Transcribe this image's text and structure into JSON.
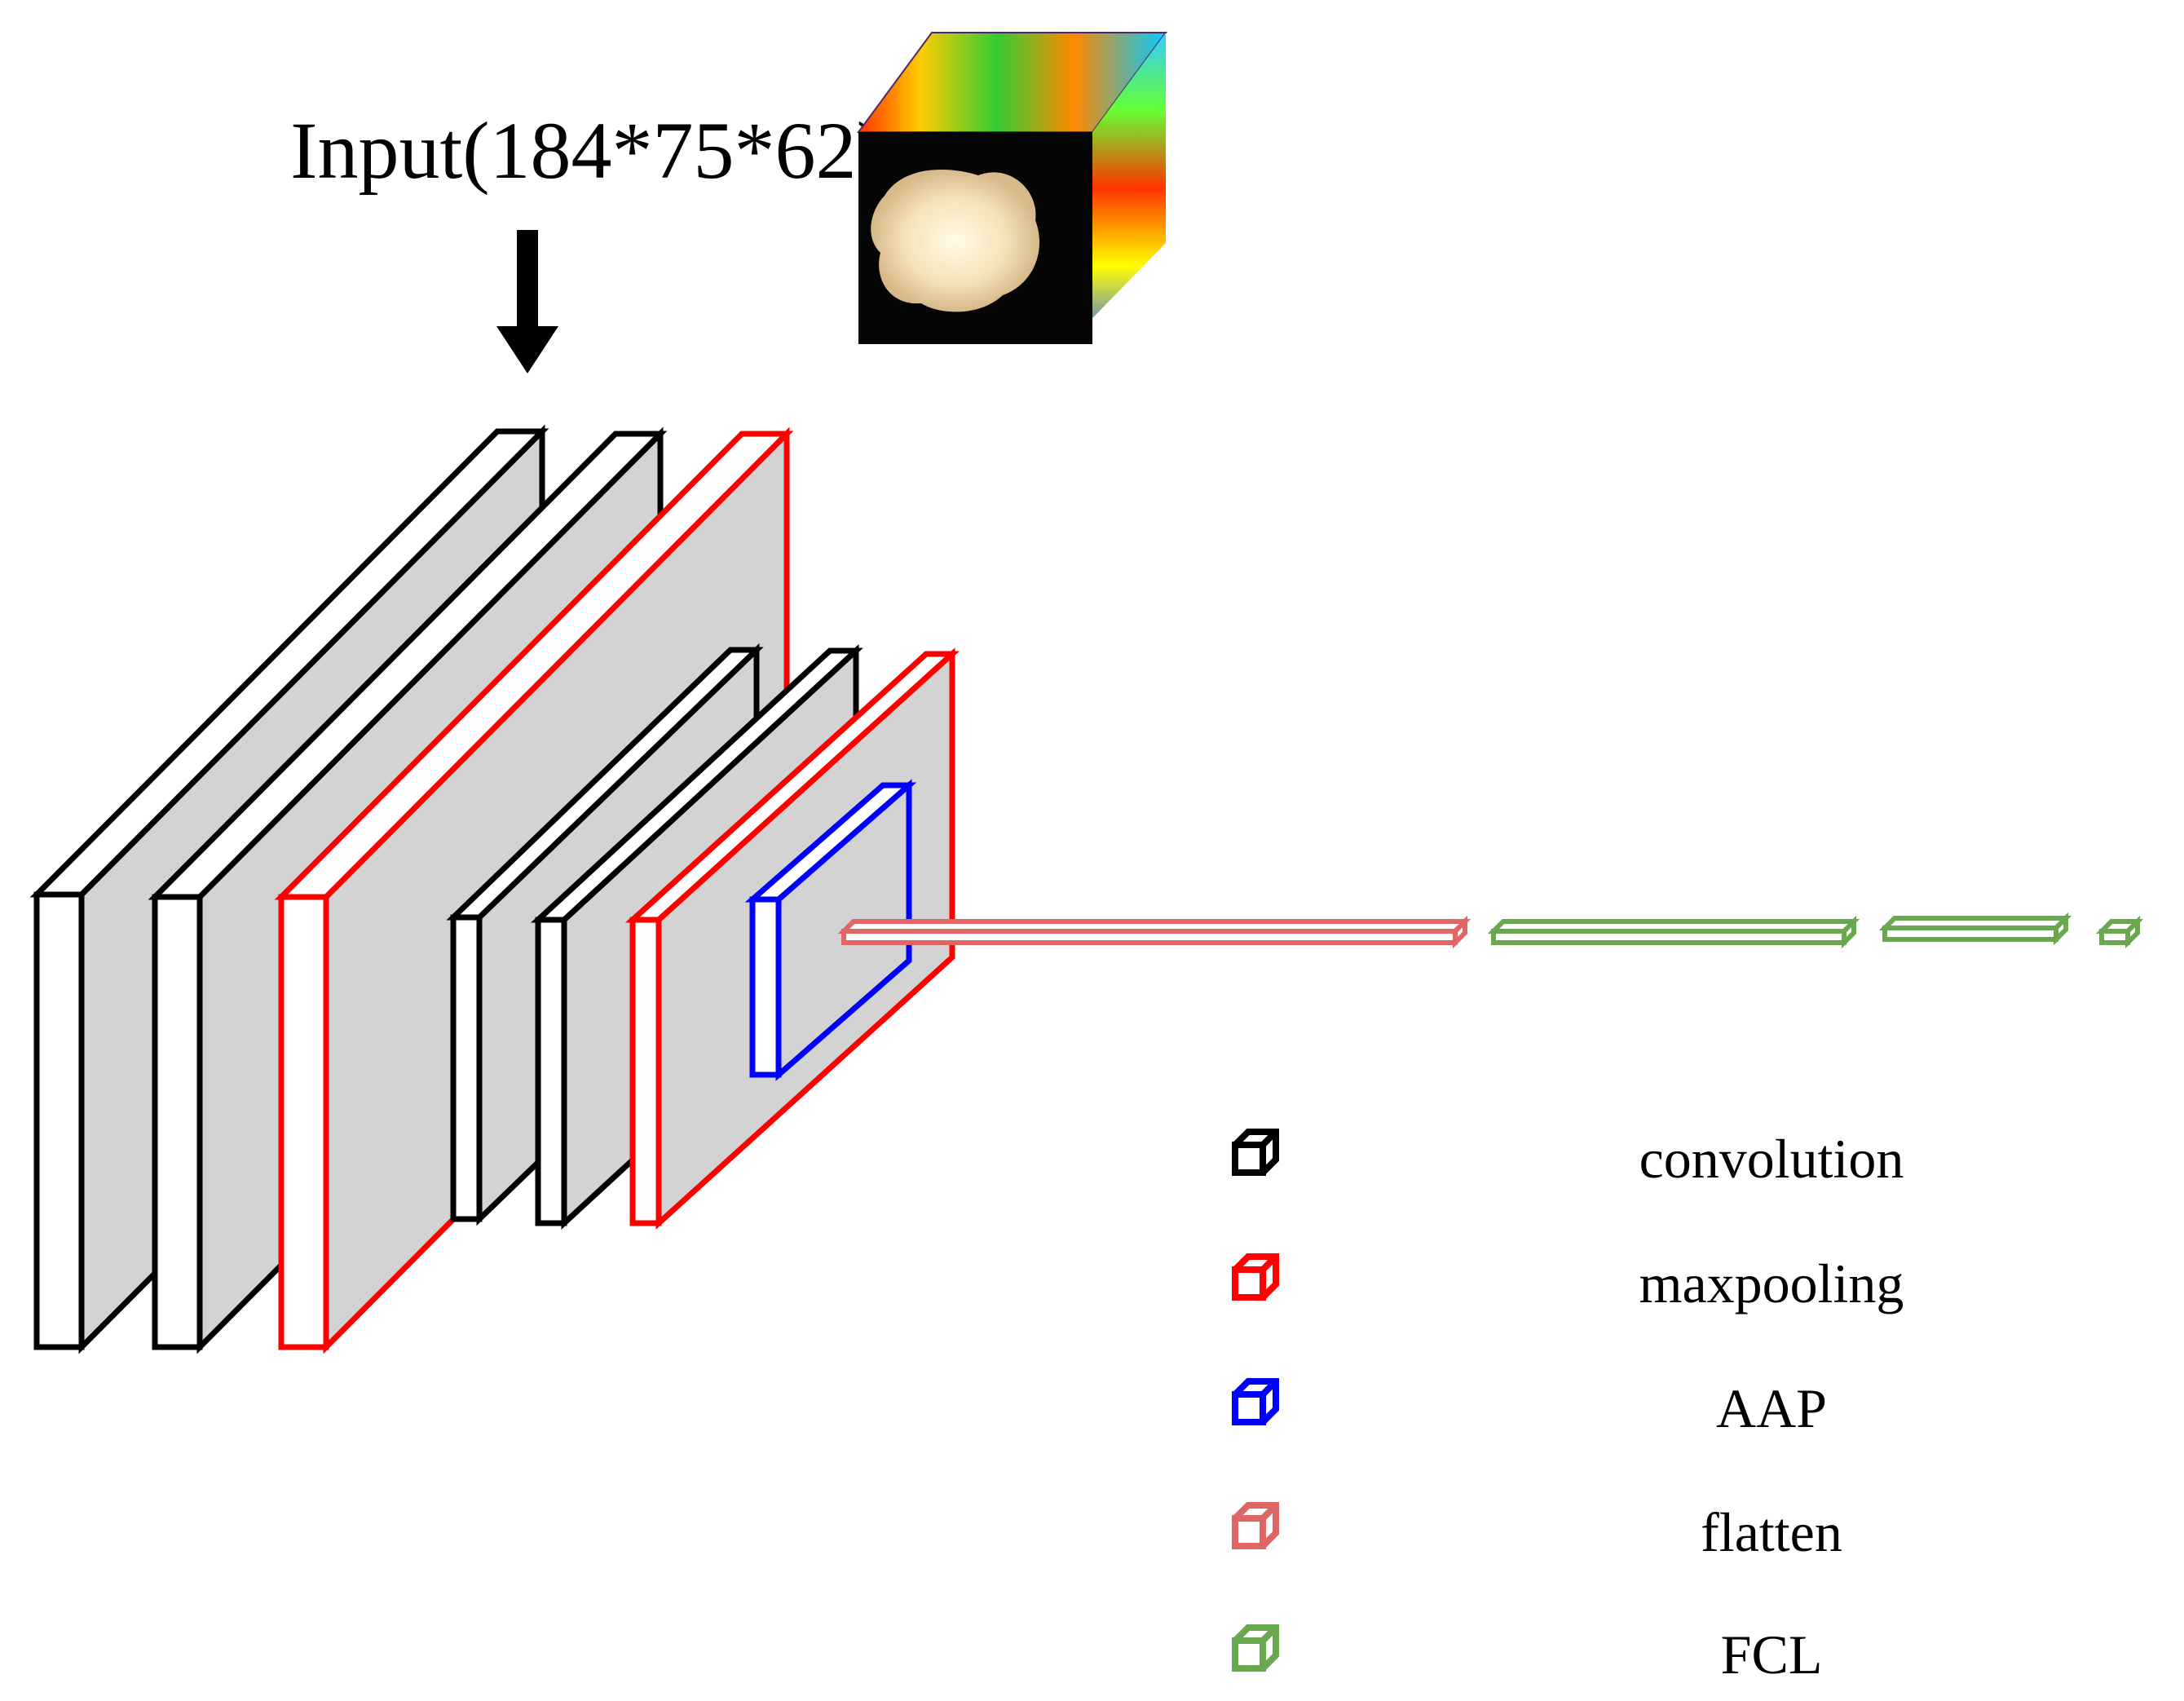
{
  "input_label": "Input(184*75*62)",
  "legend": [
    {
      "label": "convolution",
      "color": "#000000",
      "icon": "cube-outline-icon"
    },
    {
      "label": "maxpooling",
      "color": "#ff0000",
      "icon": "cube-outline-icon"
    },
    {
      "label": "AAP",
      "color": "#0000ff",
      "icon": "cube-outline-icon"
    },
    {
      "label": "flatten",
      "color": "#e06666",
      "icon": "cube-outline-icon"
    },
    {
      "label": "FCL",
      "color": "#6aa84f",
      "icon": "cube-outline-icon"
    }
  ],
  "colors": {
    "convolution": "#000000",
    "maxpooling": "#ff0000",
    "aap": "#0000ff",
    "flatten": "#e06666",
    "fcl": "#6aa84f",
    "face_fill": "#ffffff",
    "side_fill": "#d3d3d3"
  }
}
